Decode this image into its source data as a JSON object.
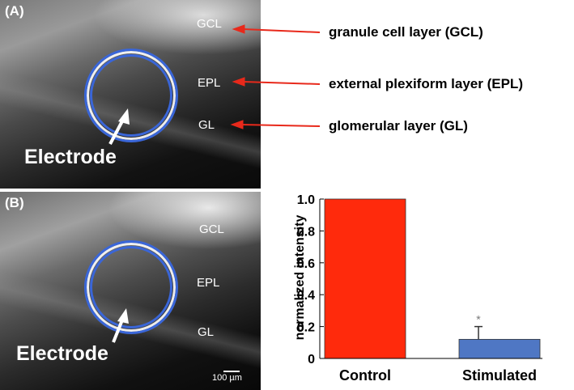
{
  "panel_a": {
    "label": "(A)",
    "layers": {
      "gcl": "GCL",
      "epl": "EPL",
      "gl": "GL"
    },
    "electrode_label": "Electrode"
  },
  "panel_b": {
    "label": "(B)",
    "layers": {
      "gcl": "GCL",
      "epl": "EPL",
      "gl": "GL"
    },
    "electrode_label": "Electrode",
    "scale_bar": "100 µm"
  },
  "annotations": [
    {
      "text": "granule cell layer (GCL)"
    },
    {
      "text": "external plexiform layer (EPL)"
    },
    {
      "text": "glomerular layer (GL)"
    }
  ],
  "colors": {
    "arrow": "#e8291b",
    "circle": "#3a66d8",
    "control_bar": "#ff2a0c",
    "stimulated_bar": "#4f77c4"
  },
  "chart_data": {
    "type": "bar",
    "categories": [
      "Control",
      "Stimulated"
    ],
    "values": [
      1.0,
      0.12
    ],
    "error": [
      0,
      0.08
    ],
    "significance": [
      "",
      "*"
    ],
    "title": "",
    "xlabel": "",
    "ylabel": "normalized intensity",
    "ylim": [
      0,
      1.0
    ],
    "yticks": [
      0,
      0.2,
      0.4,
      0.6,
      0.8,
      1.0
    ],
    "ytick_labels": [
      "0",
      "0.2",
      "0.4",
      "0.6",
      "0.8",
      "1.0"
    ],
    "grid": false
  }
}
